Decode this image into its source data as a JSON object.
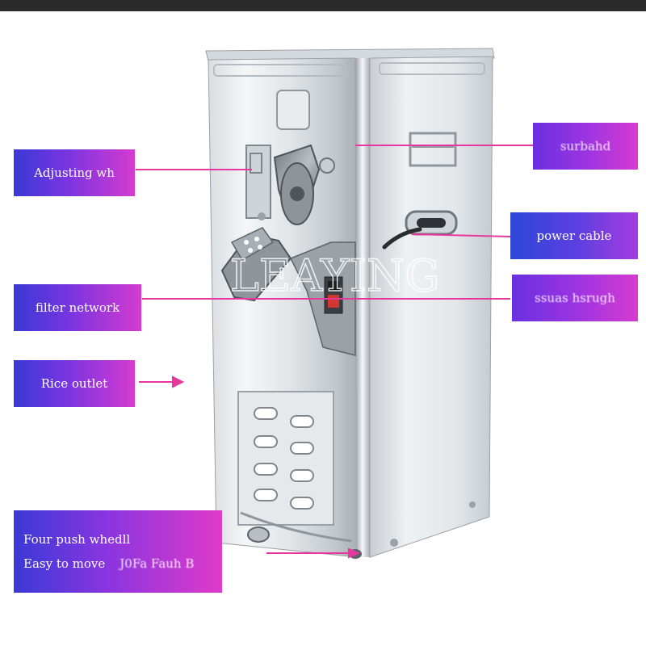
{
  "labels": {
    "adjusting": "Adjusting wh",
    "filter": "filter network",
    "rice_outlet": "Rice outlet",
    "four_push": "Four push whedll",
    "easy_move": "Easy to move",
    "easy_move_extra": "J0Fa Fauh B",
    "top_right": "surbahd",
    "power_cable": "power cable",
    "switch": "ssuas hsrugh"
  },
  "watermark": "LEAYING",
  "colors": {
    "pink_line": "#e6379f",
    "steel_light": "#eef1f3",
    "steel_mid": "#c7ccd1",
    "steel_dark": "#8f969c"
  }
}
